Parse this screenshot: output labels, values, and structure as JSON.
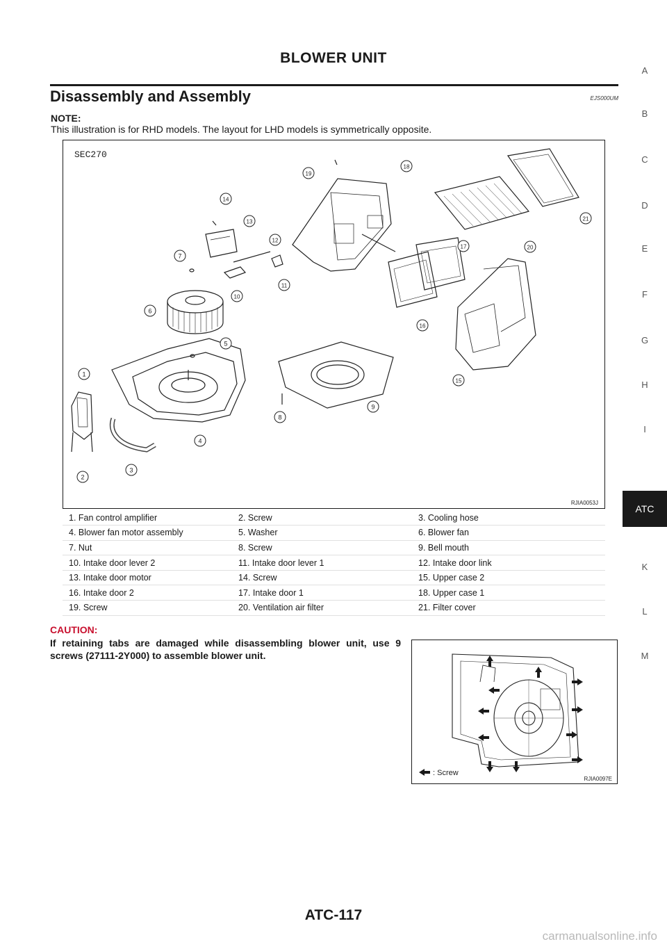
{
  "header": {
    "title": "BLOWER UNIT"
  },
  "section": {
    "title": "Disassembly and Assembly",
    "code": "EJS000UM"
  },
  "note": {
    "label": "NOTE:",
    "text": "This illustration is for RHD models. The layout for LHD models is symmetrically opposite."
  },
  "figure_main": {
    "corner_label": "SEC270",
    "ref_code": "RJIA0053J",
    "callouts": [
      "1",
      "2",
      "3",
      "4",
      "5",
      "6",
      "7",
      "8",
      "9",
      "10",
      "11",
      "12",
      "13",
      "14",
      "15",
      "16",
      "17",
      "18",
      "19",
      "20",
      "21"
    ]
  },
  "legend": {
    "rows": [
      [
        "1.  Fan control amplifier",
        "2.  Screw",
        "3.  Cooling hose"
      ],
      [
        "4.  Blower fan motor assembly",
        "5.  Washer",
        "6.  Blower fan"
      ],
      [
        "7.  Nut",
        "8.  Screw",
        "9.  Bell mouth"
      ],
      [
        "10.  Intake door lever 2",
        "11.  Intake door lever 1",
        "12.  Intake door link"
      ],
      [
        "13.  Intake door motor",
        "14.  Screw",
        "15.  Upper case 2"
      ],
      [
        "16.  Intake door 2",
        "17.  Intake door 1",
        "18.  Upper case 1"
      ],
      [
        "19.  Screw",
        "20.  Ventilation air filter",
        "21.  Filter cover"
      ]
    ]
  },
  "caution": {
    "label": "CAUTION:",
    "text": "If retaining tabs are damaged while disassembling blower unit, use 9 screws (27111-2Y000) to assemble blower unit."
  },
  "figure_small": {
    "legend_text": ": Screw",
    "ref_code": "RJIA0097E"
  },
  "side_nav": {
    "letters": [
      "A",
      "B",
      "C",
      "D",
      "E",
      "F",
      "G",
      "H",
      "I",
      "K",
      "L",
      "M"
    ],
    "active": "ATC"
  },
  "footer": {
    "page_number": "ATC-117",
    "watermark": "carmanualsonline.info"
  }
}
